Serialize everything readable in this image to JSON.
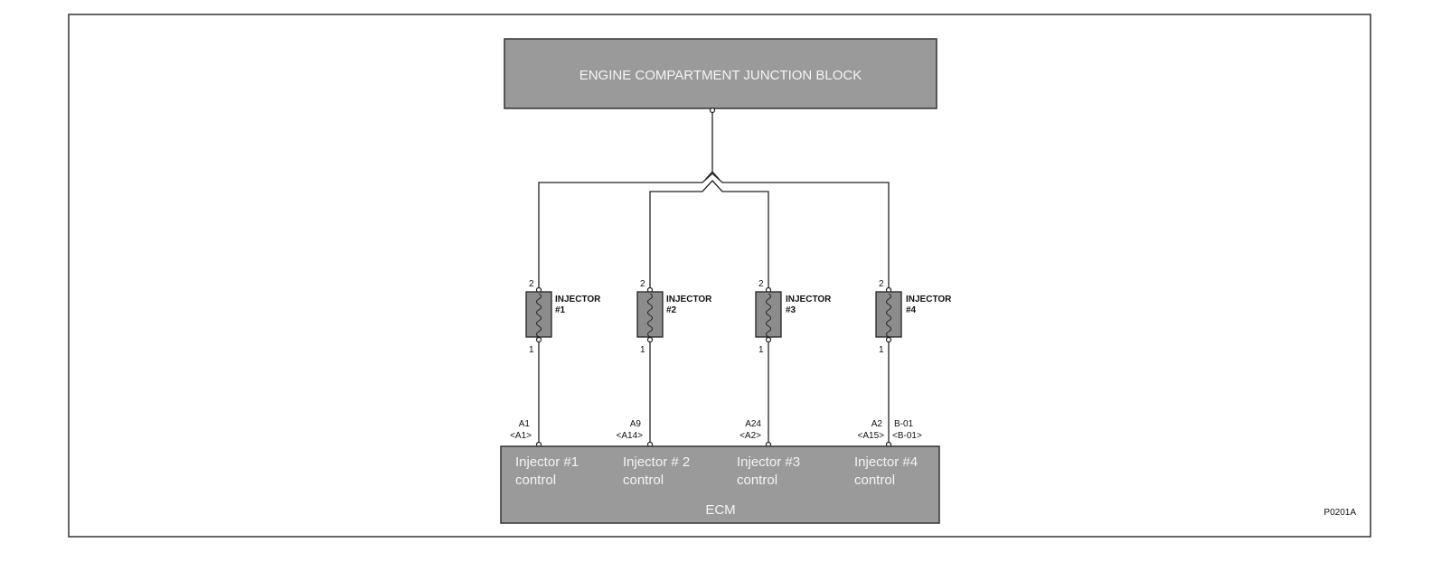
{
  "junction_block": {
    "label": "ENGINE COMPARTMENT JUNCTION BLOCK"
  },
  "ecm": {
    "label": "ECM",
    "controls": [
      {
        "line1": "Injector #1",
        "line2": "control"
      },
      {
        "line1": "Injector # 2",
        "line2": "control"
      },
      {
        "line1": "Injector #3",
        "line2": "control"
      },
      {
        "line1": "Injector #4",
        "line2": "control"
      }
    ]
  },
  "injectors": [
    {
      "name": "INJECTOR",
      "number": "#1",
      "pin_top": "2",
      "pin_bottom": "1",
      "ecm_pin": "A1",
      "ecm_pin_alt": "<A1>"
    },
    {
      "name": "INJECTOR",
      "number": "#2",
      "pin_top": "2",
      "pin_bottom": "1",
      "ecm_pin": "A9",
      "ecm_pin_alt": "<A14>"
    },
    {
      "name": "INJECTOR",
      "number": "#3",
      "pin_top": "2",
      "pin_bottom": "1",
      "ecm_pin": "A24",
      "ecm_pin_alt": "<A2>"
    },
    {
      "name": "INJECTOR",
      "number": "#4",
      "pin_top": "2",
      "pin_bottom": "1",
      "ecm_pin": "A2",
      "ecm_pin_alt": "<A15>"
    }
  ],
  "extra_ecm_pin": {
    "code": "B-01",
    "alt": "<B-01>"
  },
  "figure_ref": "P0201A"
}
